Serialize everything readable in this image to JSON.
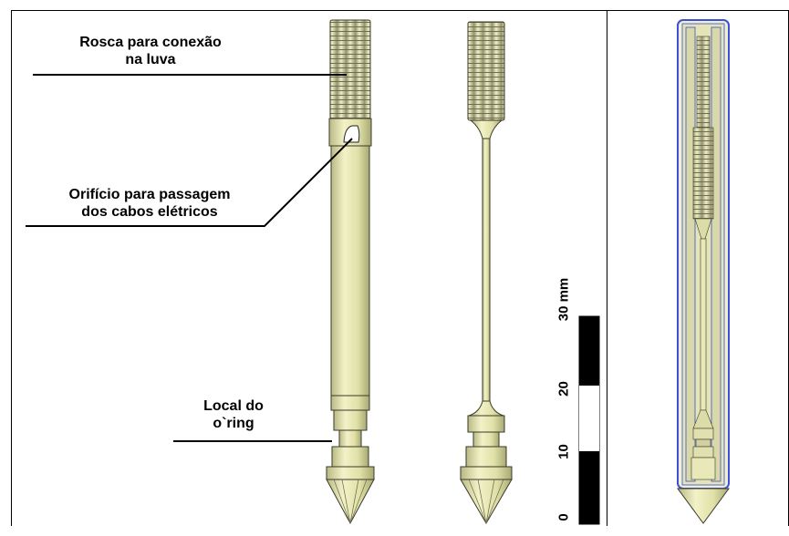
{
  "annotations": {
    "thread": {
      "line1": "Rosca para conexão",
      "line2": "na luva"
    },
    "hole": {
      "line1": "Orifício para passagem",
      "line2": "dos cabos elétricos"
    },
    "oring": {
      "line1": "Local do",
      "line2": "o`ring"
    }
  },
  "scale_bar": {
    "unit_label": "30 mm",
    "ticks": [
      "0",
      "10",
      "20"
    ],
    "segments": [
      "black",
      "white",
      "black"
    ]
  },
  "colors": {
    "body_fill": "#e8e8b0",
    "body_shade": "#c9c98e",
    "outline": "#3a3a2a",
    "section_blue": "#3b4fd8"
  }
}
